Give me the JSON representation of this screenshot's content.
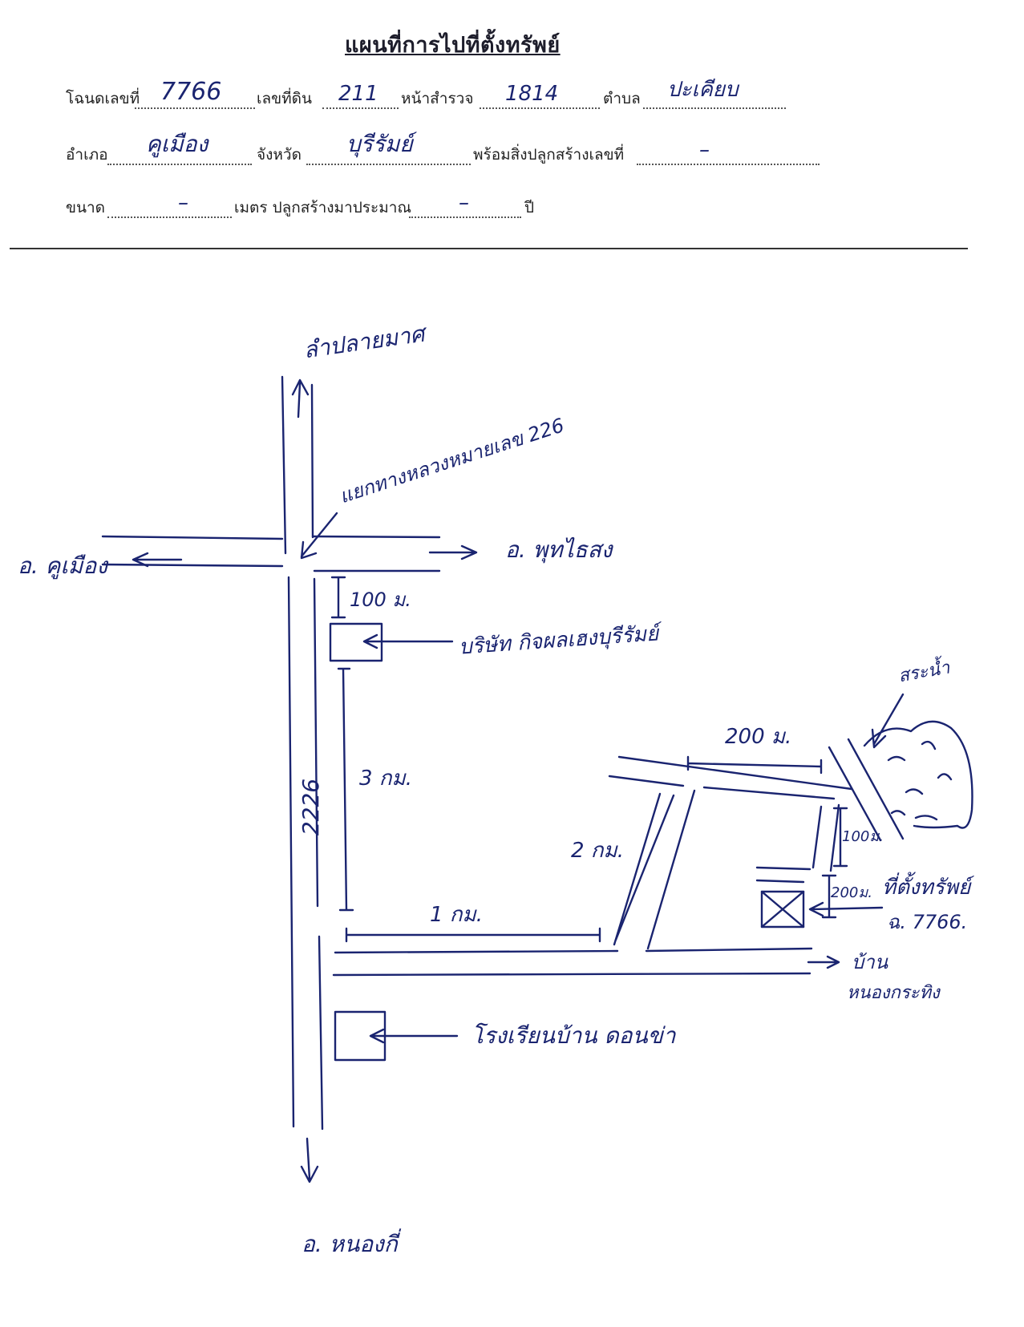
{
  "header": {
    "title": "แผนที่การไปที่ตั้งทรัพย์"
  },
  "form": {
    "deed_label": "โฉนดเลขที่",
    "deed_value": "7766",
    "land_no_label": "เลขที่ดิน",
    "land_no_value": "211",
    "survey_page_label": "หน้าสำรวจ",
    "survey_page_value": "1814",
    "subdistrict_label": "ตำบล",
    "subdistrict_value": "ปะเคียบ",
    "district_label": "อำเภอ",
    "district_value": "คูเมือง",
    "province_label": "จังหวัด",
    "province_value": "บุรีรัมย์",
    "building_label": "พร้อมสิ่งปลูกสร้างเลขที่",
    "building_value": "–",
    "size_label": "ขนาด",
    "size_value": "–",
    "size_unit_label": "เมตร ปลูกสร้างมาประมาณ",
    "age_value": "–",
    "age_unit_label": "ปี"
  },
  "map": {
    "north_dest": "ลำปลายมาศ",
    "west_dest": "อ. คูเมือง",
    "east_dest": "อ. พุทไธสง",
    "south_dest": "อ. หนองกี่",
    "junction_label": "แยกทางหลวงหมายเลข 226",
    "road_number": "2226",
    "dist_100m": "100 ม.",
    "company_label": "บริษัท กิจผลเฮงบุรีรัมย์",
    "dist_3km": "3 กม.",
    "dist_1km": "1 กม.",
    "dist_2km": "2 กม.",
    "dist_200m_top": "200 ม.",
    "pond_label": "สระน้ำ",
    "dist_100m_side": "100ม.",
    "dist_200m_side": "200ม.",
    "property_label": "ที่ตั้งทรัพย์",
    "property_deed": "ฉ. 7766.",
    "village_label_1": "บ้าน",
    "village_label_2": "หนองกระทิง",
    "school_label": "โรงเรียนบ้าน ดอนข่า"
  }
}
